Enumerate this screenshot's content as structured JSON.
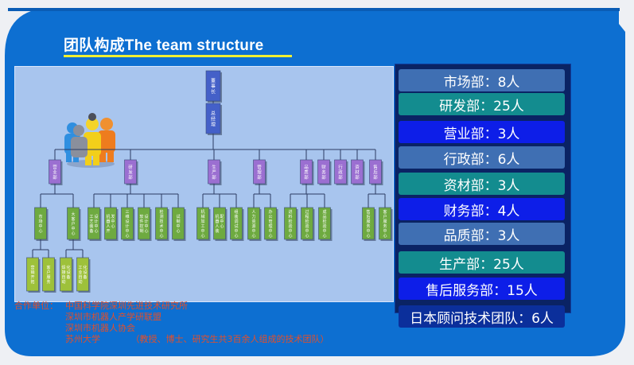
{
  "title": "团队构成The team structure",
  "org_chart": {
    "root": "董事长",
    "level2": "总经理",
    "departments": [
      "营业部",
      "研发部",
      "生产部",
      "管理部",
      "品质部",
      "财务部",
      "行政部",
      "资材部",
      "售后部"
    ],
    "centers": {
      "营业部": [
        "市场中心",
        "大客户中心"
      ],
      "研发部": [
        "工艺装备设计中心",
        "机器人开发中心",
        "三维设计中心",
        "软件控制设计中心",
        "检测技术中心",
        "试制中心"
      ],
      "生产部": [
        "机械加工中心",
        "机器人装配中心",
        "组装调试中心"
      ],
      "管理部": [
        "人力资源中心",
        "办公管理中心"
      ],
      "品质部": [
        "进料检验中心",
        "过程检验中心",
        "成品检验中心"
      ],
      "售后部": [
        "售后服务中心",
        "客户服务中心"
      ]
    },
    "sub_centers": {
      "市场中心": [
        "营销开拓",
        "客户服务"
      ],
      "大客户中心": [
        "焊接自动化设备",
        "工业自动化设备"
      ]
    }
  },
  "departments_panel": [
    {
      "label": "市场部：8人",
      "style": "c0"
    },
    {
      "label": "研发部：25人",
      "style": "c1"
    },
    {
      "label": "营业部：3人",
      "style": "c2"
    },
    {
      "label": "行政部：6人",
      "style": "c0"
    },
    {
      "label": "资材部：3人",
      "style": "c1"
    },
    {
      "label": "财务部：4人",
      "style": "c2"
    },
    {
      "label": "品质部：3人",
      "style": "c0"
    },
    {
      "label": "生产部：25人",
      "style": "c1"
    },
    {
      "label": "售后服务部：15人",
      "style": "c2"
    },
    {
      "label": "日本顾问技术团队：6人",
      "style": "c3"
    }
  ],
  "cooperation": {
    "label": "合作单位：",
    "lines": [
      "中国科学院深圳先进技术研究所",
      "深圳市机器人产学研联盟",
      "深圳市机器人协会",
      "苏州大学　　　　（教授、博士、研究生共3百余人组成的技术团队）"
    ]
  },
  "colors": {
    "background_blue": "#0d6fd1",
    "title_underline": "#f1ef31",
    "org_box_top": "#4460c8",
    "dept_box": "#9b6fd1",
    "center_box": "#6eaa40",
    "sub_box": "#9ec13a",
    "note_text": "#e34f2a"
  }
}
